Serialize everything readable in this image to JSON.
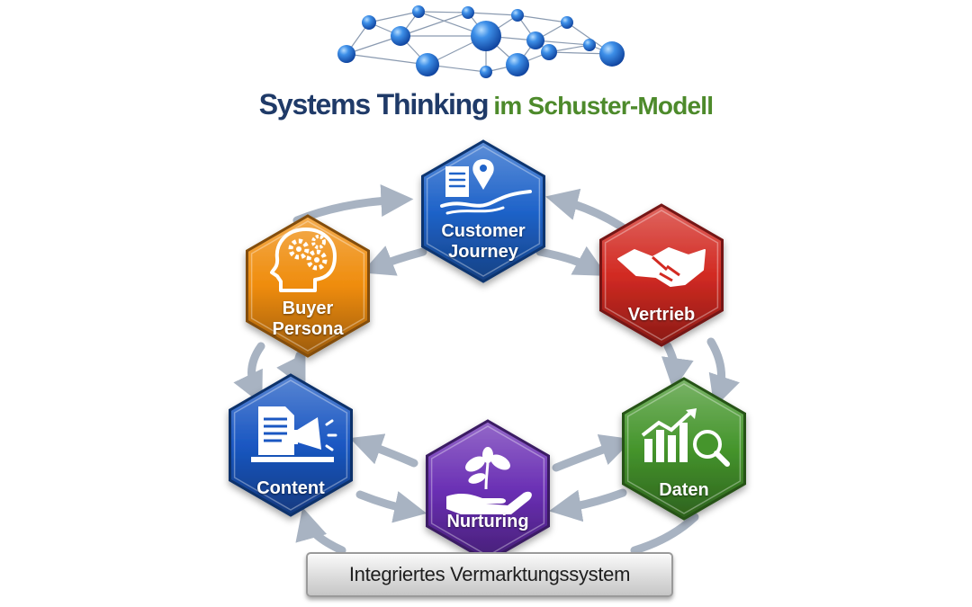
{
  "title": {
    "main": "Systems Thinking",
    "sub": "im Schuster-Modell"
  },
  "nodes": [
    {
      "id": "customer-journey",
      "lines": [
        "Customer",
        "Journey"
      ],
      "color": "#1f63c9",
      "icon": "map-pin-icon"
    },
    {
      "id": "vertrieb",
      "lines": [
        "Vertrieb"
      ],
      "color": "#d22a22",
      "icon": "handshake-icon"
    },
    {
      "id": "daten",
      "lines": [
        "Daten"
      ],
      "color": "#45952c",
      "icon": "bar-chart-magnifier-icon"
    },
    {
      "id": "nurturing",
      "lines": [
        "Nurturing"
      ],
      "color": "#6a2fb4",
      "icon": "hand-plant-icon"
    },
    {
      "id": "content",
      "lines": [
        "Content"
      ],
      "color": "#1a57c2",
      "icon": "document-megaphone-icon"
    },
    {
      "id": "buyer-persona",
      "lines": [
        "Buyer",
        "Persona"
      ],
      "color": "#ef8c0c",
      "icon": "head-gears-icon"
    }
  ],
  "footer": {
    "label": "Integriertes Vermarktungssystem"
  },
  "colors": {
    "title_main": "#1f3a68",
    "title_sub": "#4d8a2b",
    "arrows": "#a8b3c2",
    "network_nodes": "#2f7fe0"
  }
}
